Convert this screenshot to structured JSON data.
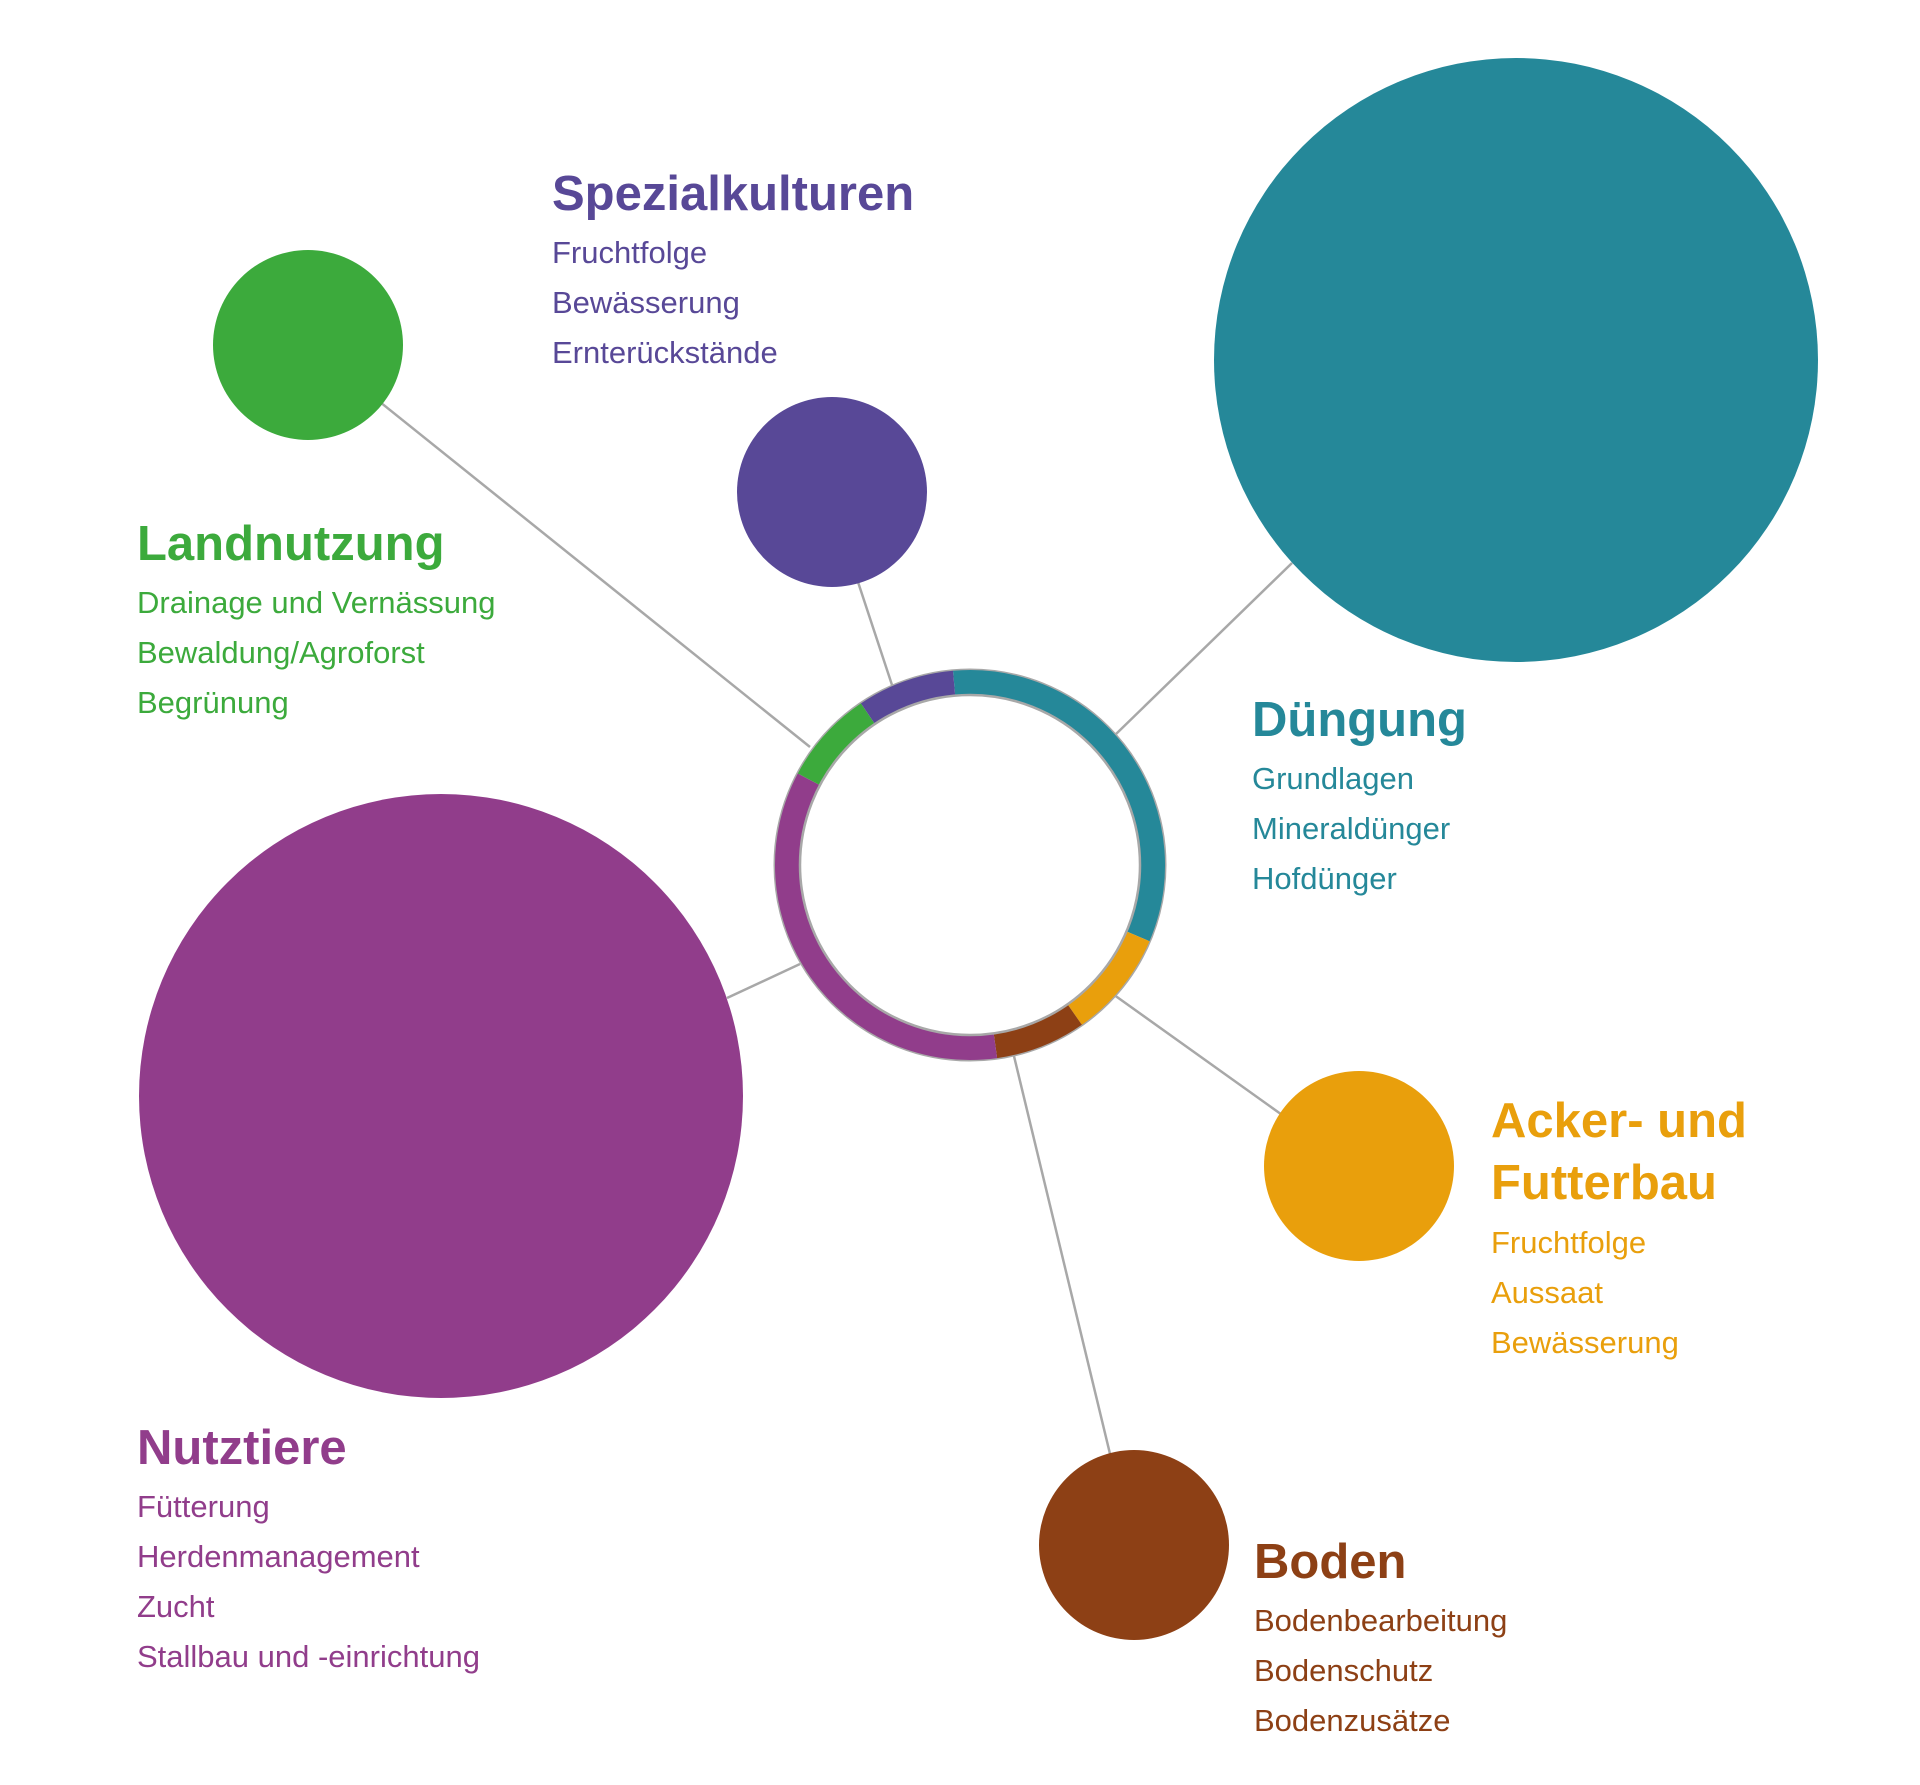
{
  "colors": {
    "spezialkulturen": "#584897",
    "landnutzung": "#3caa3c",
    "duengung": "#258899",
    "acker": "#e99f0c",
    "nutztiere": "#913d8b",
    "boden": "#8d4015",
    "connector": "#a8a8a8"
  },
  "groups": {
    "spezialkulturen": {
      "title": "Spezialkulturen",
      "items": [
        "Fruchtfolge",
        "Bewässerung",
        "Ernterückstände"
      ]
    },
    "landnutzung": {
      "title": "Landnutzung",
      "items": [
        "Drainage und Vernässung",
        "Bewaldung/Agroforst",
        "Begrünung"
      ]
    },
    "duengung": {
      "title": "Düngung",
      "items": [
        "Grundlagen",
        "Mineraldünger",
        "Hofdünger"
      ]
    },
    "acker": {
      "title_lines": [
        "Acker- und",
        "Futterbau"
      ],
      "items": [
        "Fruchtfolge",
        "Aussaat",
        "Bewässerung"
      ]
    },
    "nutztiere": {
      "title": "Nutztiere",
      "items": [
        "Fütterung",
        "Herdenmanagement",
        "Zucht",
        "Stallbau und -einrichtung"
      ]
    },
    "boden": {
      "title": "Boden",
      "items": [
        "Bodenbearbeitung",
        "Bodenschutz",
        "Bodenzusätze"
      ]
    }
  }
}
